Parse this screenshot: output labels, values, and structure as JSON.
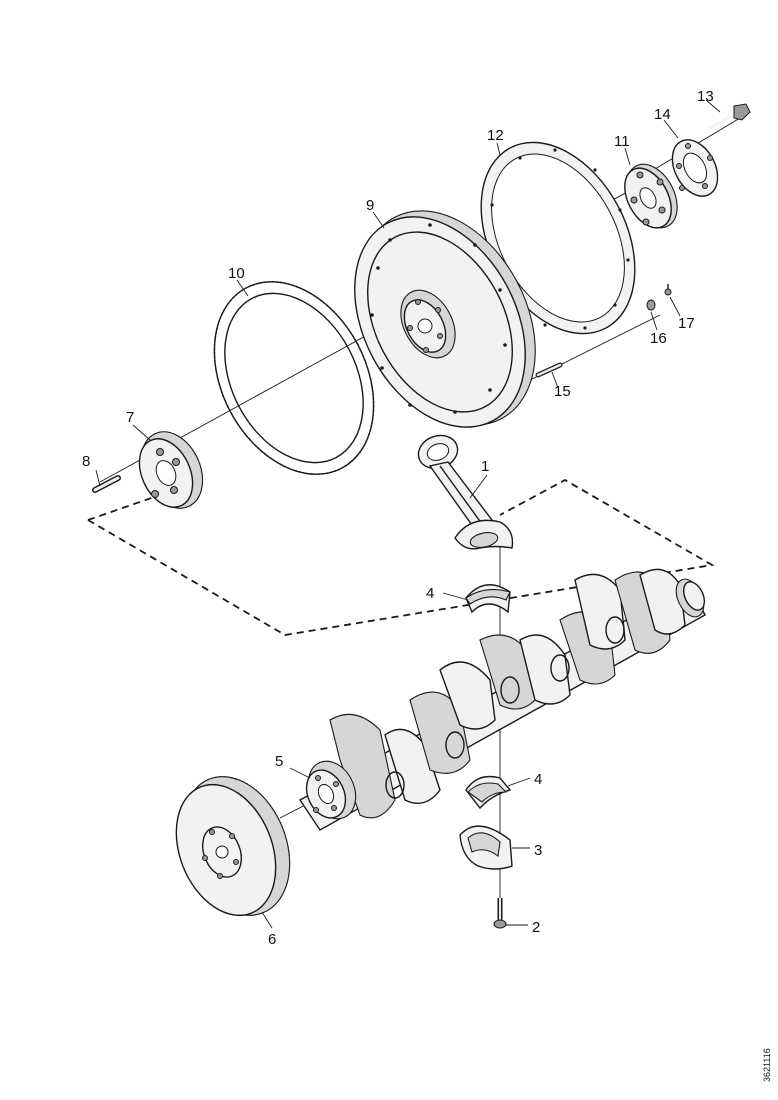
{
  "diagram": {
    "callouts": {
      "c1": "1",
      "c2": "2",
      "c3": "3",
      "c4a": "4",
      "c4b": "4",
      "c5": "5",
      "c6": "6",
      "c7": "7",
      "c8": "8",
      "c9": "9",
      "c10": "10",
      "c11": "11",
      "c12": "12",
      "c13": "13",
      "c14": "14",
      "c15": "15",
      "c16": "16",
      "c17": "17"
    },
    "reference_code": "3621116"
  }
}
